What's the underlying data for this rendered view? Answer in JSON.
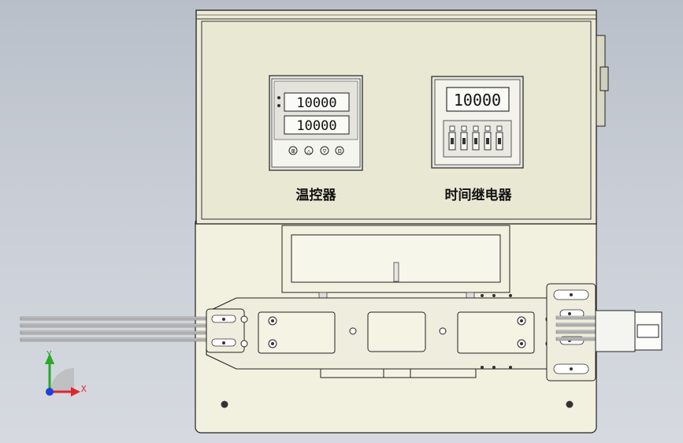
{
  "colors": {
    "background_top": "#b9bfc9",
    "background_bottom": "#d6dae0",
    "enclosure": "#ecebd8",
    "enclosure_panel": "#e9e8d3",
    "base_plate": "#f2f1e0",
    "outline": "#222222",
    "axis_x": "#e0252b",
    "axis_y": "#2aa82a",
    "axis_z": "#1f3fd9"
  },
  "temp_controller": {
    "label": "温控器",
    "display_top": "10000",
    "display_bottom": "10000",
    "buttons": [
      {
        "icon": "set-icon",
        "glyph": "⊞"
      },
      {
        "icon": "up-arrow-icon",
        "glyph": "△"
      },
      {
        "icon": "down-arrow-icon",
        "glyph": "▽"
      },
      {
        "icon": "enter-icon",
        "glyph": "⊡"
      }
    ]
  },
  "time_relay": {
    "label": "时间继电器",
    "display": "10000",
    "dial_count": 5
  },
  "triad": {
    "x_label": "X",
    "y_label": "Y"
  }
}
